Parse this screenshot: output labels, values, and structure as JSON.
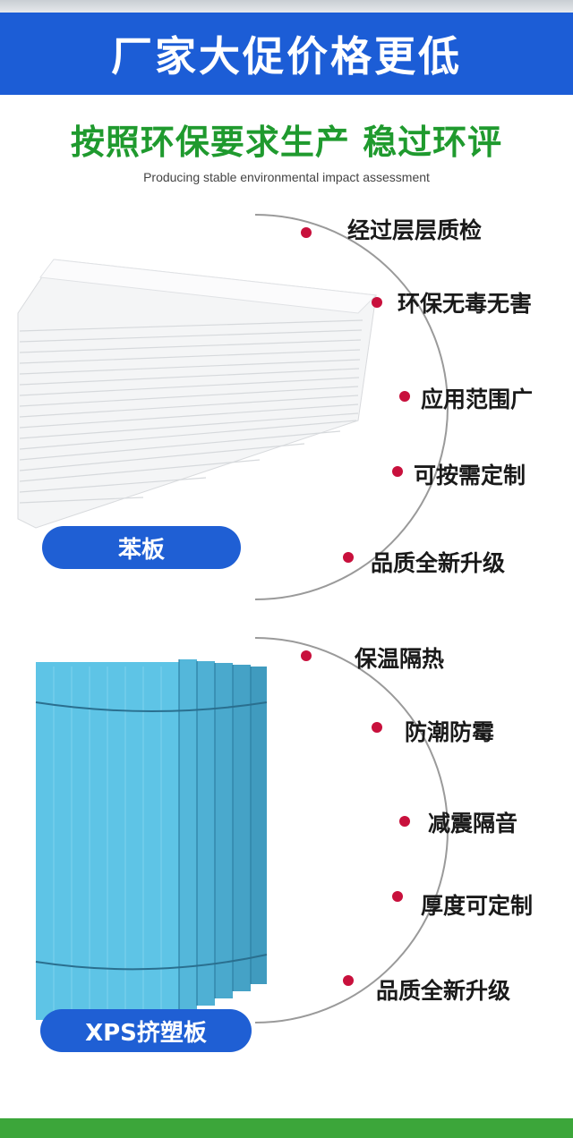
{
  "banner": {
    "title": "厂家大促价格更低"
  },
  "subtitle": {
    "cn": "按照环保要求生产 稳过环评",
    "en": "Producing stable environmental impact assessment"
  },
  "products": [
    {
      "label": "苯板",
      "image_icon": "white-foam-board-stack-icon",
      "features": [
        "经过层层质检",
        "环保无毒无害",
        "应用范围广",
        "可按需定制",
        "品质全新升级"
      ]
    },
    {
      "label": "XPS挤塑板",
      "image_icon": "blue-xps-board-stack-icon",
      "features": [
        "保温隔热",
        "防潮防霉",
        "减震隔音",
        "厚度可定制",
        "品质全新升级"
      ]
    }
  ],
  "colors": {
    "banner_blue": "#1c5dd6",
    "subtitle_green": "#1f9a2e",
    "dot_red": "#c8103c",
    "pill_blue": "#1f5fd4",
    "xps_blue": "#5ec4e6",
    "bottom_green": "#3ca63a"
  }
}
